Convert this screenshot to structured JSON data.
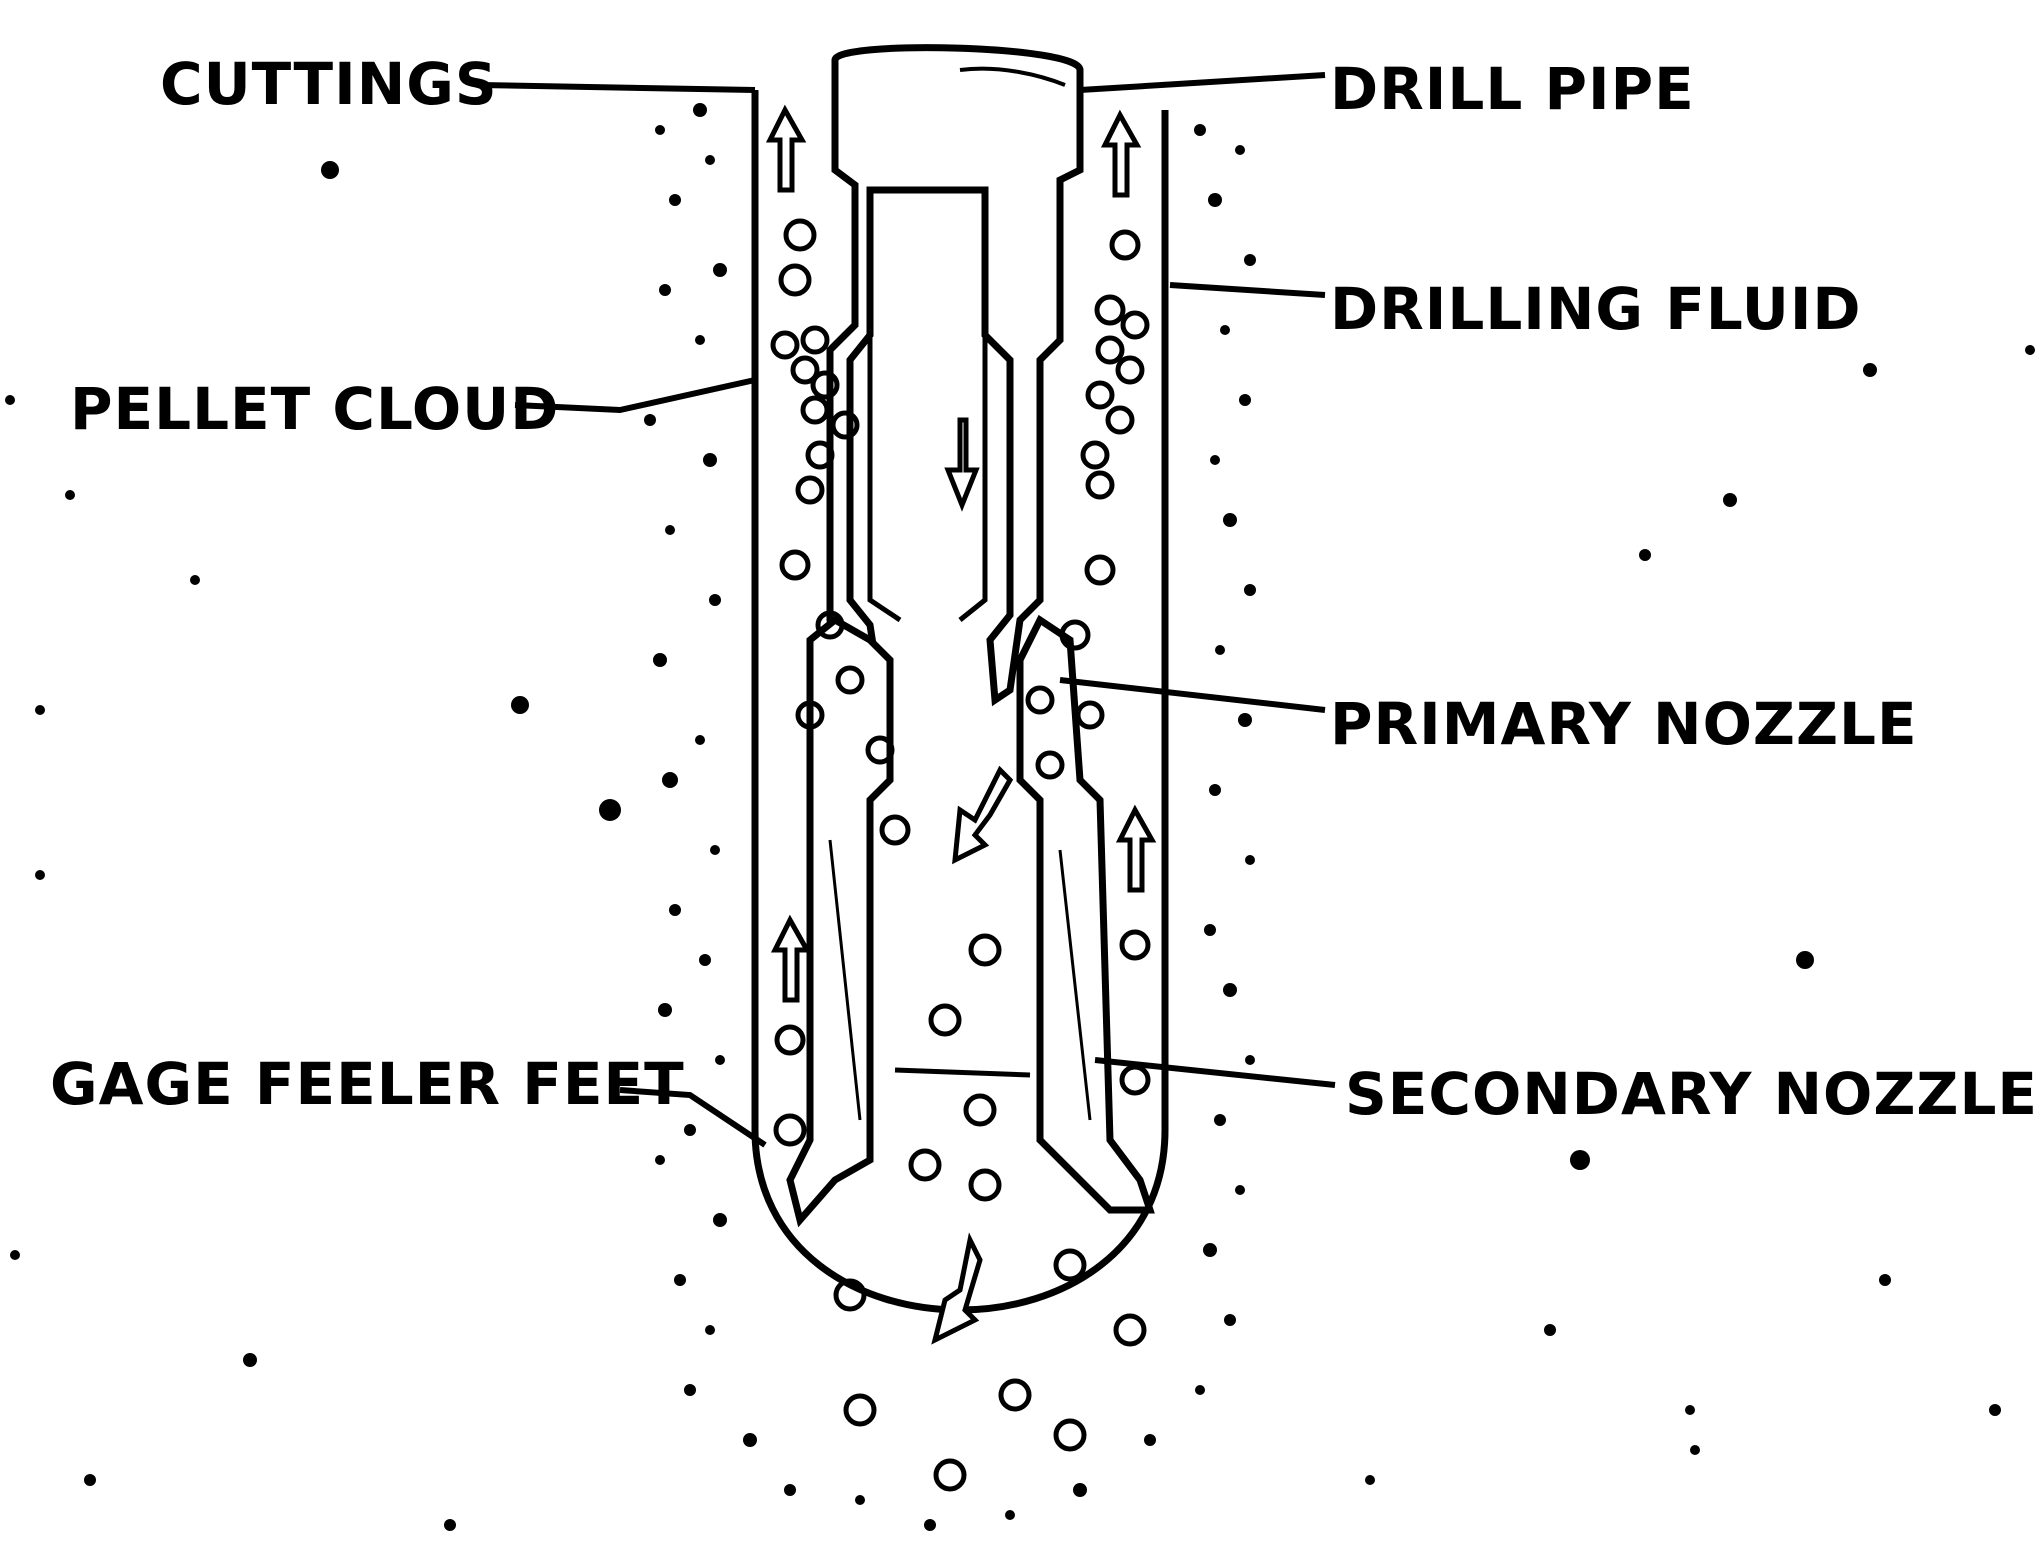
{
  "labels": {
    "cuttings": "CUTTINGS",
    "pellet_cloud": "PELLET CLOUD",
    "gage_feeler_feet": "GAGE FEELER FEET",
    "drill_pipe": "DRILL PIPE",
    "drilling_fluid": "DRILLING FLUID",
    "primary_nozzle": "PRIMARY NOZZLE",
    "secondary_nozzle": "SECONDARY NOZZLE"
  },
  "colors": {
    "ink": "#000000",
    "background": "#ffffff"
  }
}
